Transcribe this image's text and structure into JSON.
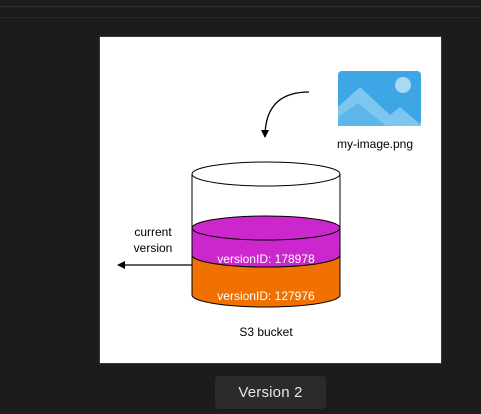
{
  "diagram": {
    "image_label": "my-image.png",
    "image_icon": "image-file-icon",
    "pointer_text_line1": "current",
    "pointer_text_line2": "version",
    "versions": [
      {
        "label": "versionID: 178978",
        "color": "#cc27cc"
      },
      {
        "label": "versionID: 127976",
        "color": "#f07100"
      }
    ],
    "bucket_label": "S3 bucket"
  },
  "caption": {
    "label": "Version 2"
  },
  "colors": {
    "background": "#1c1c1f",
    "canvas": "#ffffff",
    "icon_blue": "#3da7e6"
  }
}
